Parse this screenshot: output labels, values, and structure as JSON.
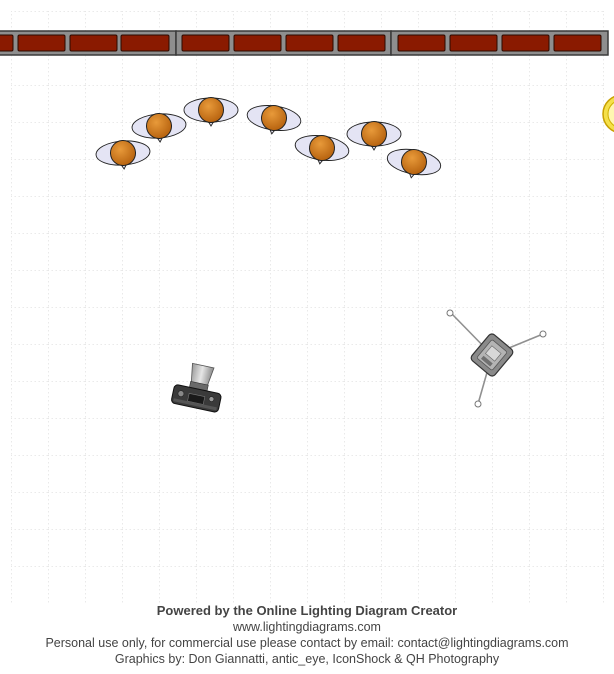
{
  "diagram": {
    "colors": {
      "background": "#ffffff",
      "grid": "#c8c8c8",
      "brick": "#8a1a00",
      "brick_border": "#2a0a00",
      "wall_frame": "#7a7a7a",
      "person_head": "#d07818",
      "person_body": "#e4e4f4",
      "camera_body": "#3a3a3a",
      "light_box": "#808080",
      "accent_yellow": "#f5e04a"
    },
    "icons": [
      "brick-wall-icon",
      "person-icon",
      "camera-icon",
      "light-stand-icon",
      "light-icon"
    ]
  },
  "footer": {
    "powered_by": "Powered by the Online Lighting Diagram Creator",
    "website": "www.lightingdiagrams.com",
    "license": "Personal use only, for commercial use please contact by email: contact@lightingdiagrams.com",
    "credits": "Graphics by: Don Giannatti, antic_eye, IconShock & QH Photography"
  }
}
